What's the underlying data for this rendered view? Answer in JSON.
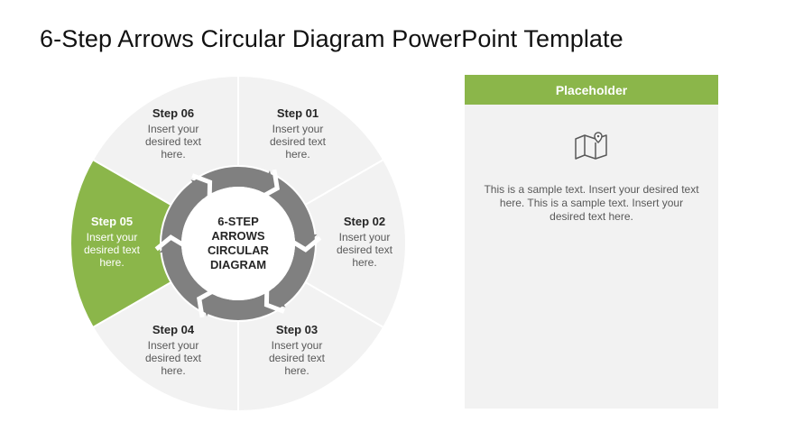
{
  "title": "6-Step Arrows Circular Diagram PowerPoint Template",
  "center_label": [
    "6-STEP",
    "ARROWS",
    "CIRCULAR",
    "DIAGRAM"
  ],
  "steps": [
    {
      "title": "Step 01",
      "text": [
        "Insert your",
        "desired text",
        "here."
      ],
      "highlighted": false
    },
    {
      "title": "Step 02",
      "text": [
        "Insert your",
        "desired text",
        "here."
      ],
      "highlighted": false
    },
    {
      "title": "Step 03",
      "text": [
        "Insert your",
        "desired text",
        "here."
      ],
      "highlighted": false
    },
    {
      "title": "Step 04",
      "text": [
        "Insert your",
        "desired text",
        "here."
      ],
      "highlighted": false
    },
    {
      "title": "Step 05",
      "text": [
        "Insert your",
        "desired text",
        "here."
      ],
      "highlighted": true
    },
    {
      "title": "Step 06",
      "text": [
        "Insert your",
        "desired text",
        "here."
      ],
      "highlighted": false
    }
  ],
  "panel": {
    "header": "Placeholder",
    "icon": "map-pin-icon",
    "body": "This is a sample text. Insert your desired text here. This is a sample text. Insert your desired text here."
  },
  "colors": {
    "accent": "#8bb64a",
    "segment": "#f2f2f2",
    "ring": "#808080",
    "text_dark": "#262626",
    "text_body": "#595959"
  }
}
